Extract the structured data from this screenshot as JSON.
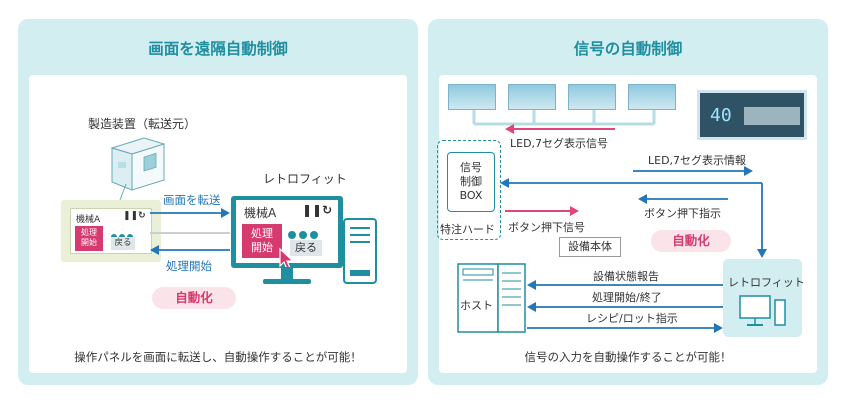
{
  "left_panel": {
    "title": "画面を遠隔自動制御",
    "device_label": "製造装置（転送元）",
    "retrofit_label": "レトロフィット",
    "transfer_label": "画面を転送",
    "process_start_label": "処理開始",
    "auto_badge": "自動化",
    "machine_small": {
      "name": "機械A",
      "process": "処理\n開始",
      "back": "戻る"
    },
    "machine_large": {
      "name": "機械A",
      "process": "処理\n開始",
      "back": "戻る"
    },
    "footer": "操作パネルを画面に転送し、自動操作することが可能！"
  },
  "right_panel": {
    "title": "信号の自動制御",
    "led_signal": "LED,7セグ表示信号",
    "led_info": "LED,7セグ表示情報",
    "signal_box": "信号\n制御\nBOX",
    "special_hw": "特注ハード",
    "button_instruction": "ボタン押下指示",
    "button_signal": "ボタン押下信号",
    "equipment_body": "設備本体",
    "auto_badge": "自動化",
    "host_label": "ホスト",
    "status_report": "設備状態報告",
    "start_end": "処理開始/終了",
    "recipe": "レシピ/ロット指示",
    "retrofit_label": "レトロフィット",
    "display_readout": "40",
    "footer": "信号の入力を自動操作することが可能！"
  },
  "colors": {
    "teal": "#1f8fa0",
    "panel_bg": "#d3eef1",
    "pink": "#d63a6e",
    "blue_arrow": "#2277b8",
    "red_arrow": "#e0457b"
  }
}
